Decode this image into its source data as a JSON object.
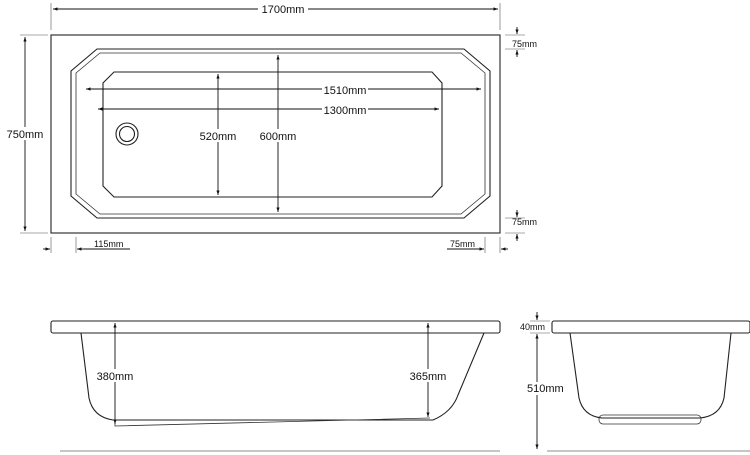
{
  "dimensions": {
    "overall_length": "1700mm",
    "overall_width": "750mm",
    "rim_top": "75mm",
    "rim_bottom": "75mm",
    "inner_length_top": "1510mm",
    "inner_length_bottom": "1300mm",
    "inner_width_bottom": "520mm",
    "inner_width_top": "600mm",
    "left_offset": "115mm",
    "right_offset": "75mm",
    "side_depth_left": "380mm",
    "side_depth_right": "365mm",
    "end_rim": "40mm",
    "end_height": "510mm"
  }
}
